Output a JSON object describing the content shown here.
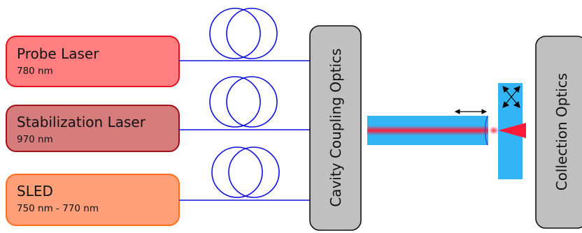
{
  "sources": [
    {
      "name": "Probe Laser",
      "wavelength": "780 nm",
      "fill": "#ff7f80",
      "stroke": "#e8101e"
    },
    {
      "name": "Stabilization Laser",
      "wavelength": "970 nm",
      "fill": "#d67c7c",
      "stroke": "#a01018"
    },
    {
      "name": "SLED",
      "wavelength": "750 nm - 770 nm",
      "fill": "#ffa07a",
      "stroke": "#ff6f1a"
    }
  ],
  "coupling_optics": {
    "label": "Cavity Coupling Optics",
    "fill": "#c0c0c0"
  },
  "collection_optics": {
    "label": "Collection Optics",
    "fill": "#c0c0c0"
  },
  "colors": {
    "fiber": "#1010dd",
    "cavity_substrate": "#33b5f5",
    "beam": "#ff1a3a",
    "arrow": "#000000"
  }
}
